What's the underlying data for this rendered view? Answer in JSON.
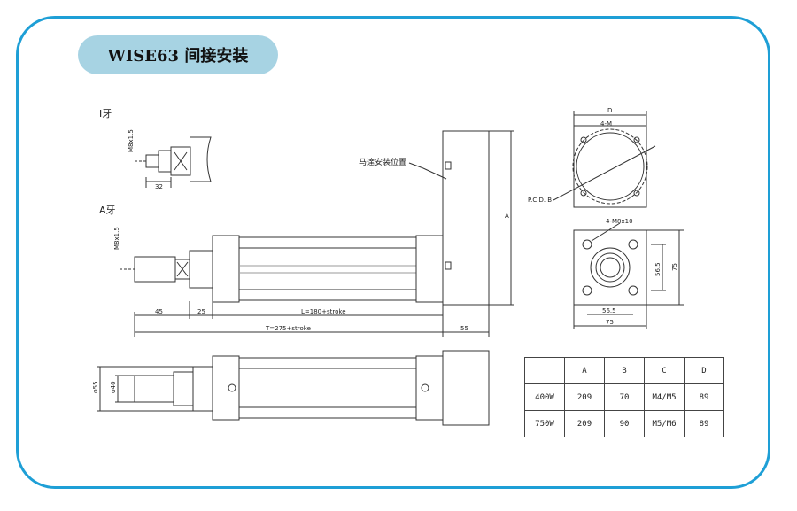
{
  "title": "WISE63 间接安装",
  "labels": {
    "i_thread": "I牙",
    "a_thread": "A牙",
    "i_thread_spec": "M8x1.5",
    "i_thread_len": "32",
    "a_thread_spec": "M8x1.5",
    "motor_position": "马達安装位置",
    "dim_45": "45",
    "dim_25": "25",
    "dim_l": "L=180+stroke",
    "dim_t": "T=275+stroke",
    "dim_55": "55",
    "dim_a": "A",
    "dim_d": "D",
    "holes_m": "4-M",
    "pcd": "P.C.D. B",
    "holes_m8": "4-M8x10",
    "dim_56_5": "56.5",
    "dim_75_h": "75",
    "dim_56_5_v": "56.5",
    "dim_75_v": "75",
    "dia_55": "φ55",
    "dia_40": "φ40"
  },
  "table": {
    "headers": [
      "",
      "A",
      "B",
      "C",
      "D"
    ],
    "rows": [
      [
        "400W",
        "209",
        "70",
        "M4/M5",
        "89"
      ],
      [
        "750W",
        "209",
        "90",
        "M5/M6",
        "89"
      ]
    ]
  }
}
